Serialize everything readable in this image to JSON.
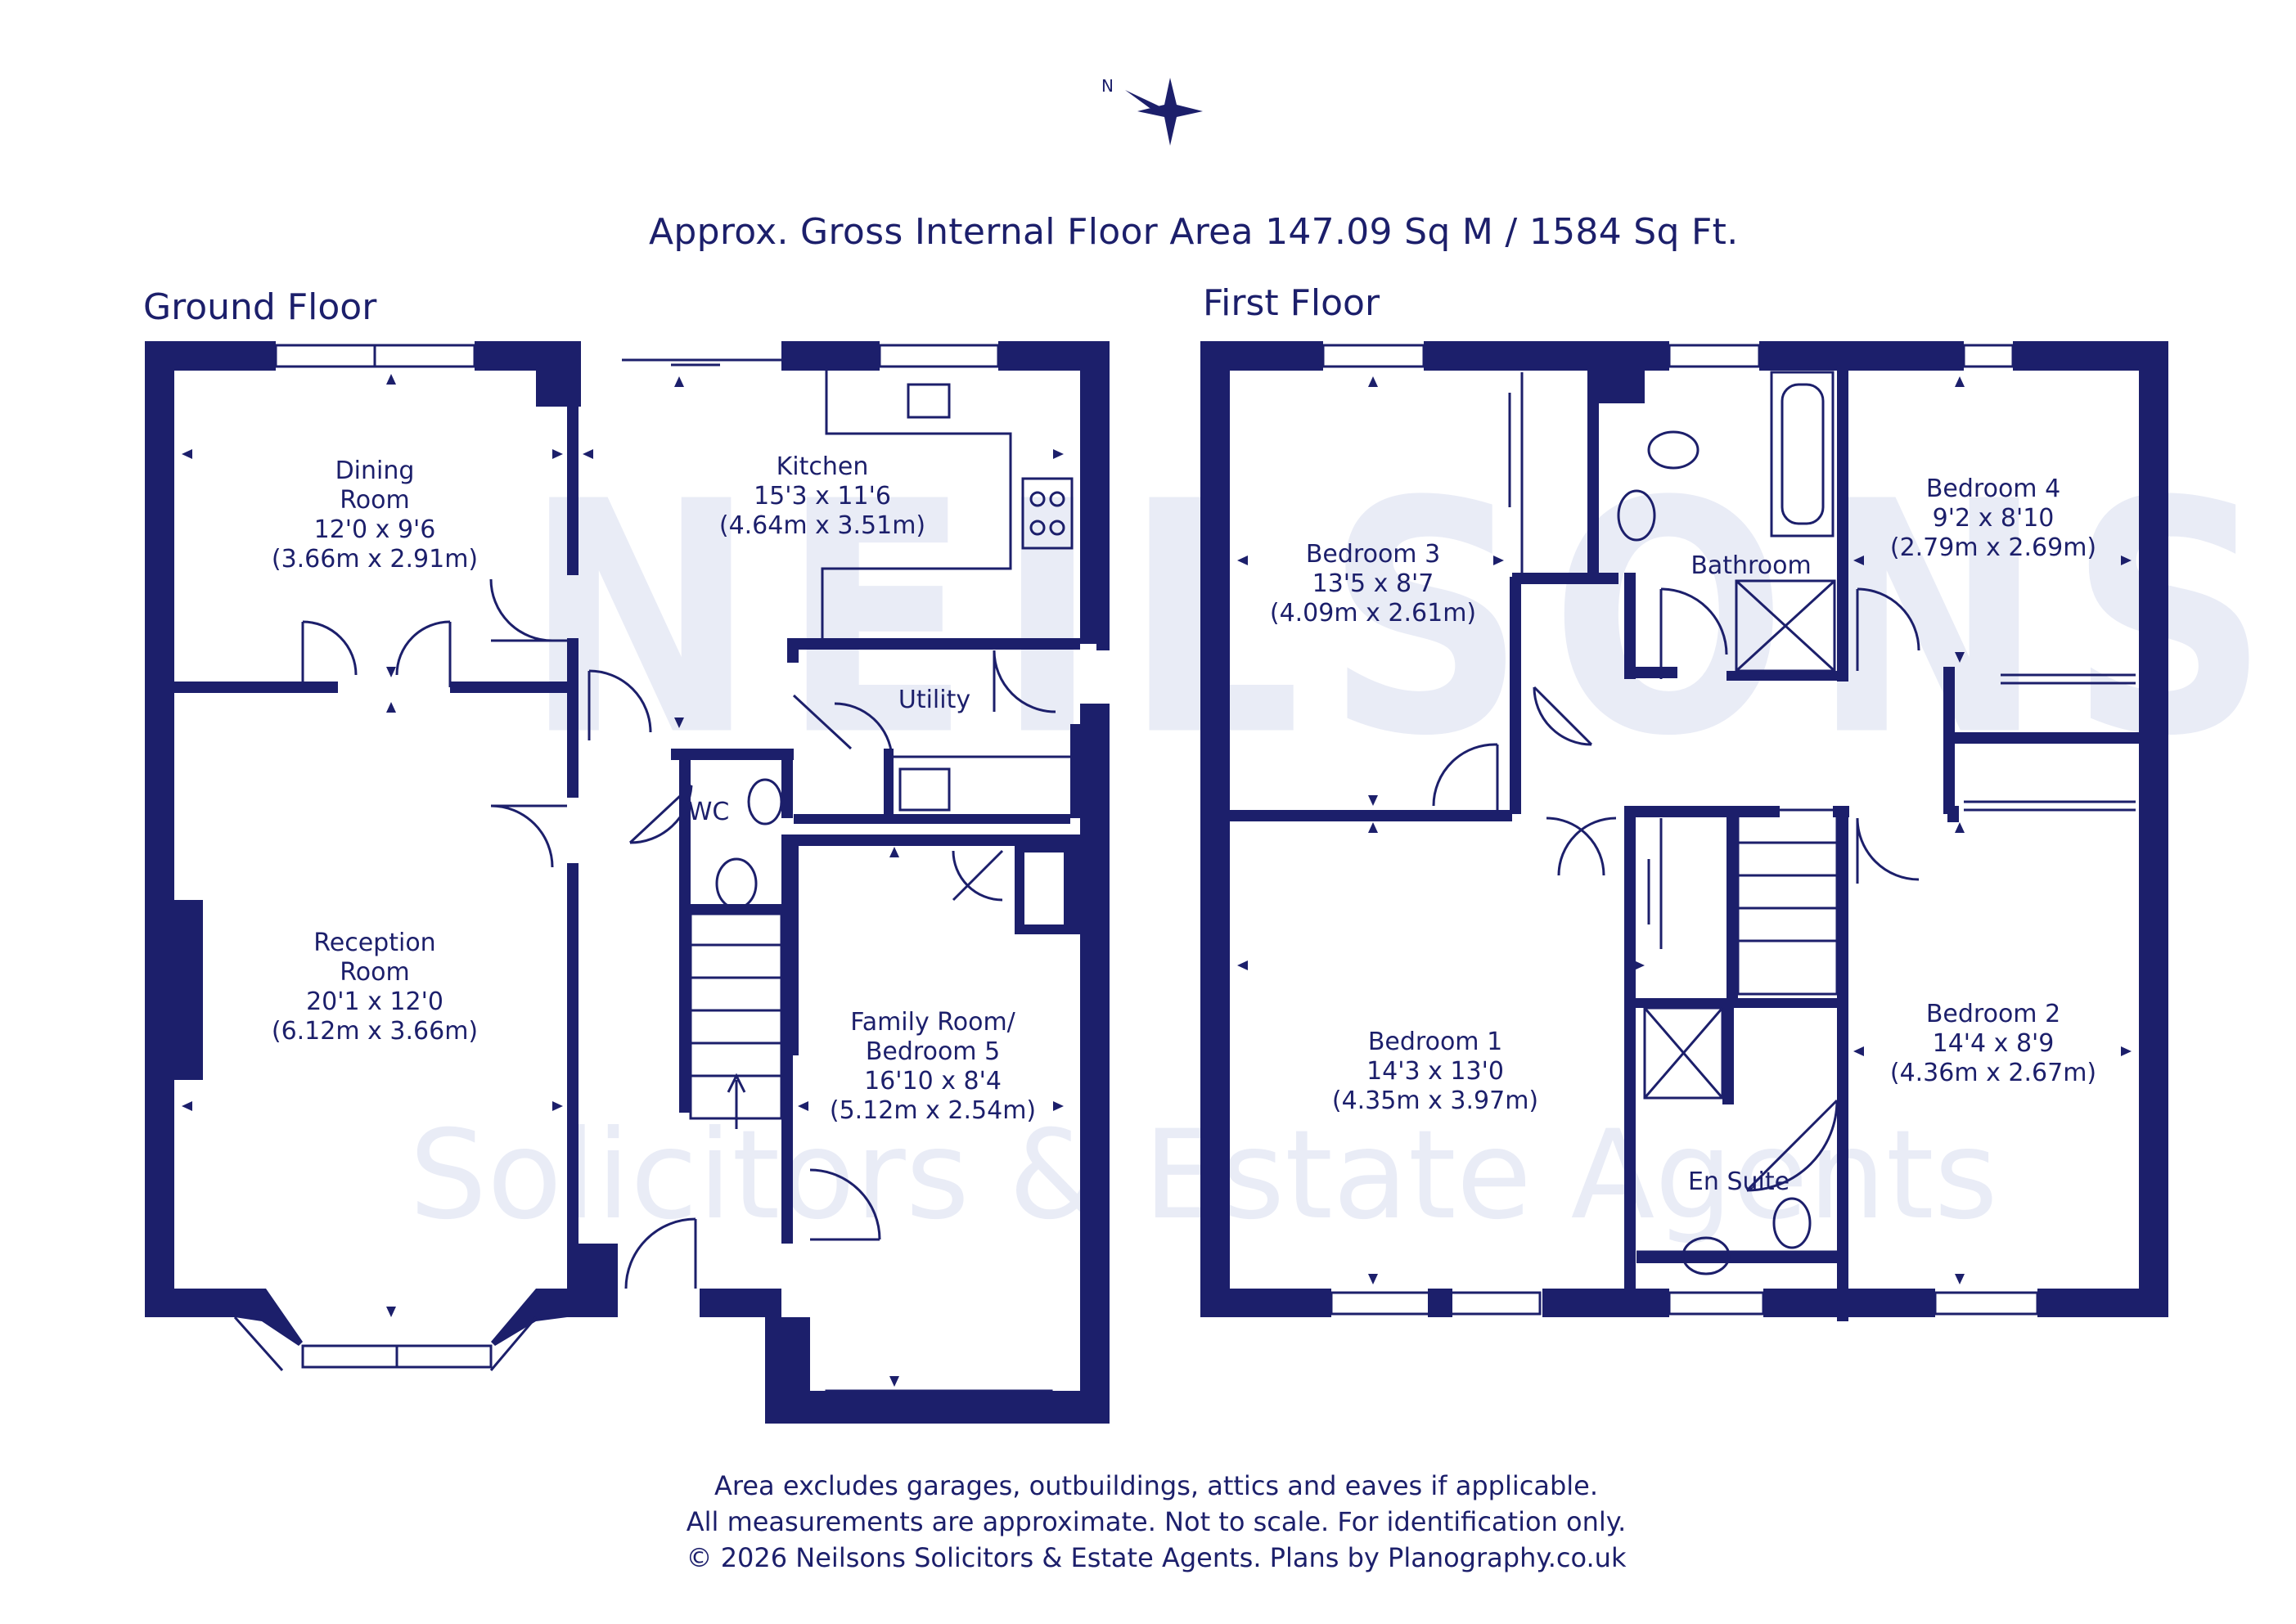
{
  "header": {
    "area_title": "Approx. Gross Internal Floor Area 147.09 Sq M / 1584 Sq Ft."
  },
  "compass": {
    "icon": "compass-north-icon",
    "north_label": "N"
  },
  "watermark": {
    "brand": "NEILSONS",
    "tagline": "Solicitors & Estate Agents"
  },
  "floors": [
    {
      "label": "Ground Floor",
      "rooms": [
        {
          "name": "Dining",
          "name2": "Room",
          "imperial": "12'0 x 9'6",
          "metric": "(3.66m x 2.91m)"
        },
        {
          "name": "Kitchen",
          "imperial": "15'3 x 11'6",
          "metric": "(4.64m x 3.51m)"
        },
        {
          "name": "Utility"
        },
        {
          "name": "WC"
        },
        {
          "name": "Reception",
          "name2": "Room",
          "imperial": "20'1 x 12'0",
          "metric": "(6.12m x 3.66m)"
        },
        {
          "name": "Family Room/",
          "name2": "Bedroom 5",
          "imperial": "16'10 x 8'4",
          "metric": "(5.12m x 2.54m)"
        }
      ]
    },
    {
      "label": "First Floor",
      "rooms": [
        {
          "name": "Bedroom 3",
          "imperial": "13'5 x 8'7",
          "metric": "(4.09m x 2.61m)"
        },
        {
          "name": "Bathroom"
        },
        {
          "name": "Bedroom 4",
          "imperial": "9'2 x 8'10",
          "metric": "(2.79m x 2.69m)"
        },
        {
          "name": "Bedroom 1",
          "imperial": "14'3 x 13'0",
          "metric": "(4.35m x 3.97m)"
        },
        {
          "name": "En Suite"
        },
        {
          "name": "Bedroom 2",
          "imperial": "14'4 x 8'9",
          "metric": "(4.36m x 2.67m)"
        }
      ]
    }
  ],
  "footer": {
    "line1": "Area excludes garages, outbuildings, attics and eaves if applicable.",
    "line2": "All measurements are approximate. Not to scale. For identification only.",
    "line3": "© 2026 Neilsons Solicitors & Estate Agents. Plans by Planography.co.uk"
  },
  "colors": {
    "wall": "#1c1f6b",
    "watermark": "#e9ecf6",
    "background": "#ffffff"
  }
}
